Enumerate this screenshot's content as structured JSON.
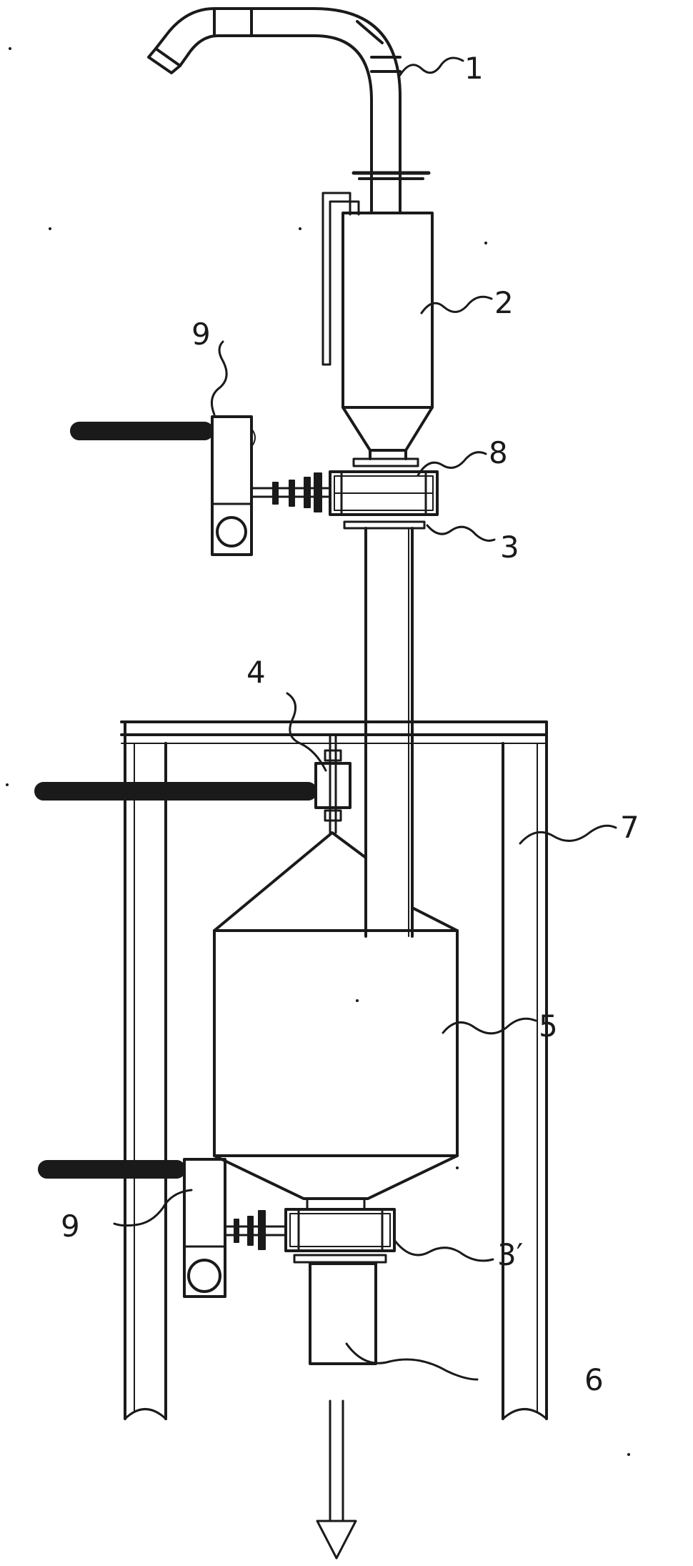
{
  "diagram": {
    "labels": {
      "l1": "1",
      "l2": "2",
      "l3": "3",
      "l3p": "3′",
      "l4": "4",
      "l5": "5",
      "l6": "6",
      "l7": "7",
      "l8": "8",
      "l9a": "9",
      "l9b": "9"
    },
    "colors": {
      "ink": "#1a1a1a",
      "paper": "#ffffff"
    }
  }
}
